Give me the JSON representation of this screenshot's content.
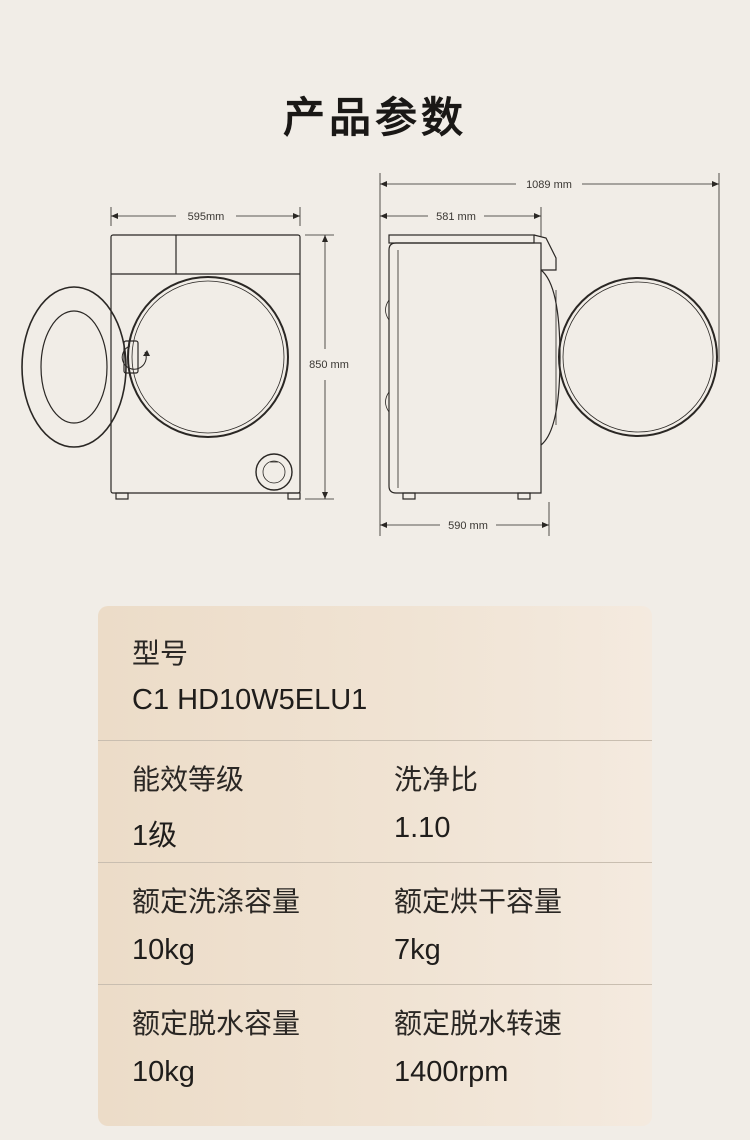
{
  "header": {
    "title": "产品参数"
  },
  "diagram": {
    "front_width_label": "595mm",
    "height_label": "850 mm",
    "total_depth_label": "1089 mm",
    "body_depth_label": "581 mm",
    "base_depth_label": "590 mm"
  },
  "specs": {
    "model": {
      "label": "型号",
      "value": "C1 HD10W5ELU1"
    },
    "energy": {
      "label": "能效等级",
      "value": "1级"
    },
    "wash_ratio": {
      "label": "洗净比",
      "value": "1.10"
    },
    "wash_capacity": {
      "label": "额定洗涤容量",
      "value": "10kg"
    },
    "dry_capacity": {
      "label": "额定烘干容量",
      "value": "7kg"
    },
    "spin_capacity": {
      "label": "额定脱水容量",
      "value": "10kg"
    },
    "spin_speed": {
      "label": "额定脱水转速",
      "value": "1400rpm"
    }
  },
  "colors": {
    "background": "#f1ede7",
    "card_gradient_start": "#ecdcc8",
    "card_gradient_end": "#f4eadf",
    "line_art": "#2a2724"
  }
}
